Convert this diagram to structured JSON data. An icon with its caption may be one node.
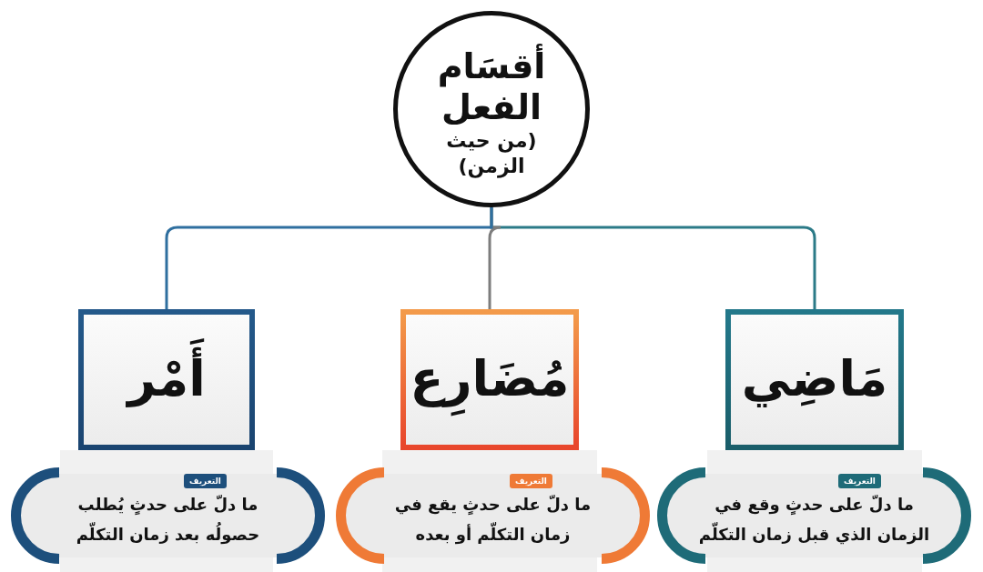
{
  "diagram": {
    "nodes": [
      {
        "text": [
          "أقسَام الفعل",
          "(من حيث الزمن)"
        ]
      },
      {
        "text": [
          "مَاضِي"
        ]
      },
      {
        "text": [
          "مُضَارِع"
        ]
      },
      {
        "text": [
          "أَمْر"
        ]
      },
      {
        "text": [
          "ما دلّ على حدثٍ وقع في الزمان الذي قبل زمان التكلّم"
        ]
      },
      {
        "text": [
          "التعريف"
        ],
        "in": 4
      },
      {
        "text": [
          "ما دلّ على حدثٍ يقع في زمان التكلّم أو بعده"
        ]
      },
      {
        "text": [
          "التعريف"
        ],
        "in": 6
      },
      {
        "text": [
          "ما دلّ على حدثٍ يُطلب حصولُه بعد زمان التكلّم"
        ]
      },
      {
        "text": [
          "التعريف"
        ],
        "in": 8
      }
    ],
    "edges": [
      {
        "from": 0,
        "to": 1,
        "arrow": "none",
        "color": "#2b7a87"
      },
      {
        "from": 0,
        "to": 2,
        "arrow": "none",
        "color": "#7d7d7d"
      },
      {
        "from": 0,
        "to": 3,
        "arrow": "none",
        "color": "#2f6f9f"
      }
    ]
  }
}
